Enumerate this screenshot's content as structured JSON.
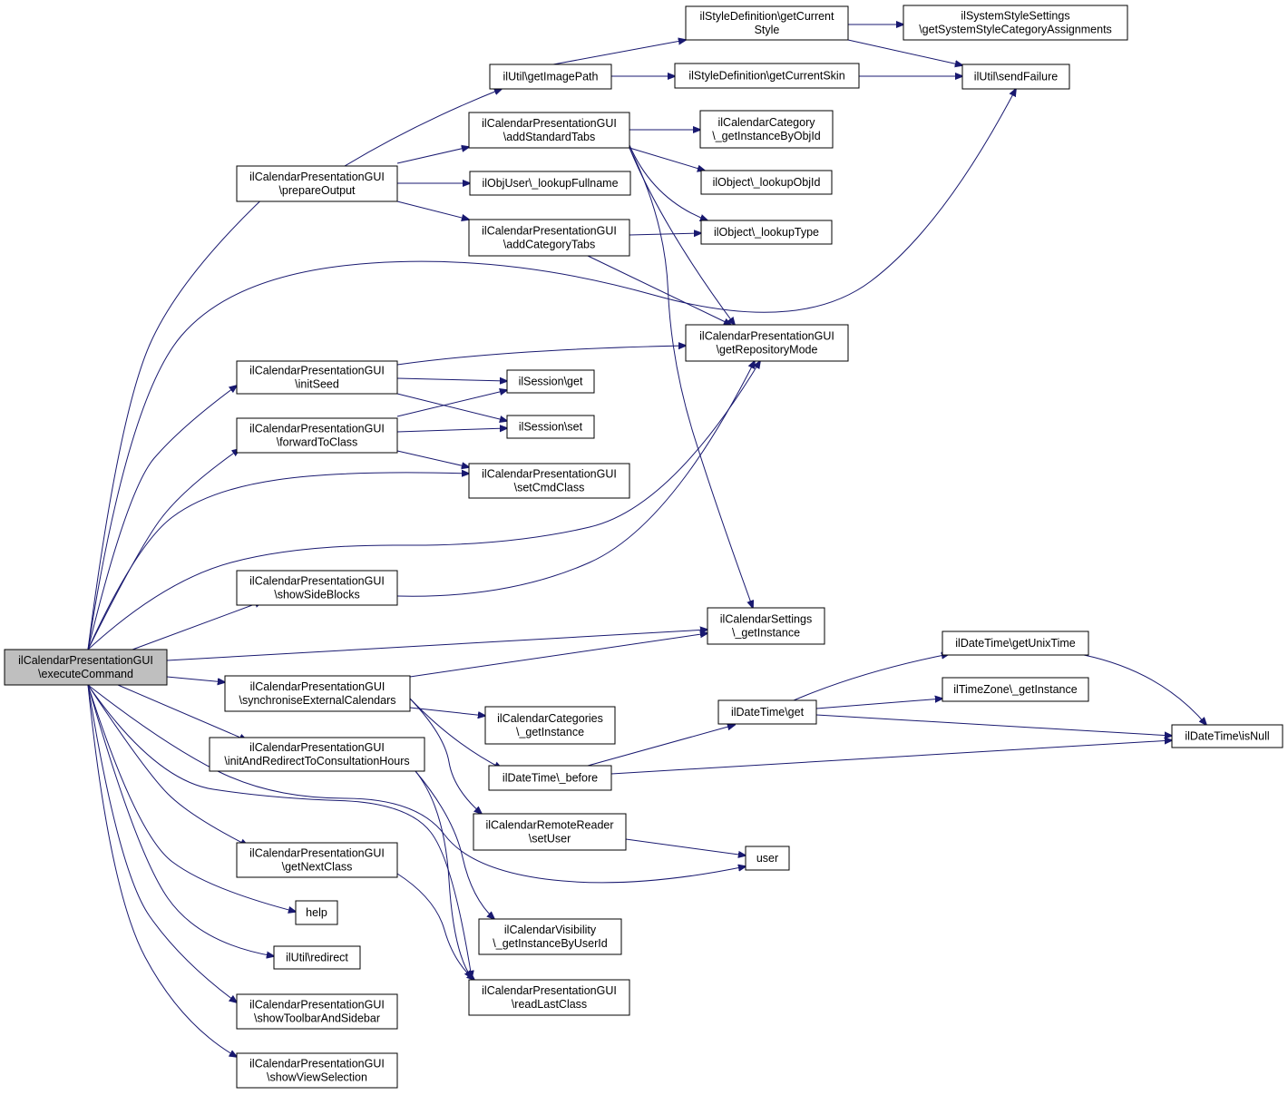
{
  "diagram": {
    "nodes": [
      {
        "id": "root",
        "root": true,
        "lines": [
          "ilCalendarPresentationGUI",
          "\\executeCommand"
        ]
      },
      {
        "id": "prepareOutput",
        "lines": [
          "ilCalendarPresentationGUI",
          "\\prepareOutput"
        ]
      },
      {
        "id": "initSeed",
        "lines": [
          "ilCalendarPresentationGUI",
          "\\initSeed"
        ]
      },
      {
        "id": "forwardToClass",
        "lines": [
          "ilCalendarPresentationGUI",
          "\\forwardToClass"
        ]
      },
      {
        "id": "showSideBlocks",
        "lines": [
          "ilCalendarPresentationGUI",
          "\\showSideBlocks"
        ]
      },
      {
        "id": "syncExt",
        "lines": [
          "ilCalendarPresentationGUI",
          "\\synchroniseExternalCalendars"
        ]
      },
      {
        "id": "initRedirect",
        "lines": [
          "ilCalendarPresentationGUI",
          "\\initAndRedirectToConsultationHours"
        ]
      },
      {
        "id": "getNextClass",
        "lines": [
          "ilCalendarPresentationGUI",
          "\\getNextClass"
        ]
      },
      {
        "id": "help",
        "lines": [
          "help"
        ]
      },
      {
        "id": "redirect",
        "lines": [
          "ilUtil\\redirect"
        ]
      },
      {
        "id": "showToolbar",
        "lines": [
          "ilCalendarPresentationGUI",
          "\\showToolbarAndSidebar"
        ]
      },
      {
        "id": "showView",
        "lines": [
          "ilCalendarPresentationGUI",
          "\\showViewSelection"
        ]
      },
      {
        "id": "getImagePath",
        "lines": [
          "ilUtil\\getImagePath"
        ]
      },
      {
        "id": "addStandardTabs",
        "lines": [
          "ilCalendarPresentationGUI",
          "\\addStandardTabs"
        ]
      },
      {
        "id": "lookupFullname",
        "lines": [
          "ilObjUser\\_lookupFullname"
        ]
      },
      {
        "id": "addCategoryTabs",
        "lines": [
          "ilCalendarPresentationGUI",
          "\\addCategoryTabs"
        ]
      },
      {
        "id": "sessionGet",
        "lines": [
          "ilSession\\get"
        ]
      },
      {
        "id": "sessionSet",
        "lines": [
          "ilSession\\set"
        ]
      },
      {
        "id": "setCmdClass",
        "lines": [
          "ilCalendarPresentationGUI",
          "\\setCmdClass"
        ]
      },
      {
        "id": "catGetInstance",
        "lines": [
          "ilCalendarCategories",
          "\\_getInstance"
        ]
      },
      {
        "id": "dtBefore",
        "lines": [
          "ilDateTime\\_before"
        ]
      },
      {
        "id": "remoteSetUser",
        "lines": [
          "ilCalendarRemoteReader",
          "\\setUser"
        ]
      },
      {
        "id": "visibility",
        "lines": [
          "ilCalendarVisibility",
          "\\_getInstanceByUserId"
        ]
      },
      {
        "id": "readLastClass",
        "lines": [
          "ilCalendarPresentationGUI",
          "\\readLastClass"
        ]
      },
      {
        "id": "getCurrentStyle",
        "lines": [
          "ilStyleDefinition\\getCurrent",
          "Style"
        ]
      },
      {
        "id": "getCurrentSkin",
        "lines": [
          "ilStyleDefinition\\getCurrentSkin"
        ]
      },
      {
        "id": "catByObjId",
        "lines": [
          "ilCalendarCategory",
          "\\_getInstanceByObjId"
        ]
      },
      {
        "id": "lookupObjId",
        "lines": [
          "ilObject\\_lookupObjId"
        ]
      },
      {
        "id": "lookupType",
        "lines": [
          "ilObject\\_lookupType"
        ]
      },
      {
        "id": "getRepoMode",
        "lines": [
          "ilCalendarPresentationGUI",
          "\\getRepositoryMode"
        ]
      },
      {
        "id": "settingsInstance",
        "lines": [
          "ilCalendarSettings",
          "\\_getInstance"
        ]
      },
      {
        "id": "dtGet",
        "lines": [
          "ilDateTime\\get"
        ]
      },
      {
        "id": "user",
        "lines": [
          "user"
        ]
      },
      {
        "id": "systemStyle",
        "lines": [
          "ilSystemStyleSettings",
          "\\getSystemStyleCategoryAssignments"
        ]
      },
      {
        "id": "sendFailure",
        "lines": [
          "ilUtil\\sendFailure"
        ]
      },
      {
        "id": "unixTime",
        "lines": [
          "ilDateTime\\getUnixTime"
        ]
      },
      {
        "id": "tzInstance",
        "lines": [
          "ilTimeZone\\_getInstance"
        ]
      },
      {
        "id": "isNull",
        "lines": [
          "ilDateTime\\isNull"
        ]
      }
    ],
    "edges": [
      [
        "root",
        "prepareOutput"
      ],
      [
        "root",
        "sendFailure"
      ],
      [
        "root",
        "initSeed"
      ],
      [
        "root",
        "forwardToClass"
      ],
      [
        "root",
        "setCmdClass"
      ],
      [
        "root",
        "getRepoMode"
      ],
      [
        "root",
        "showSideBlocks"
      ],
      [
        "root",
        "settingsInstance"
      ],
      [
        "root",
        "syncExt"
      ],
      [
        "root",
        "initRedirect"
      ],
      [
        "root",
        "user"
      ],
      [
        "root",
        "readLastClass"
      ],
      [
        "root",
        "getNextClass"
      ],
      [
        "root",
        "help"
      ],
      [
        "root",
        "redirect"
      ],
      [
        "root",
        "showToolbar"
      ],
      [
        "root",
        "showView"
      ],
      [
        "prepareOutput",
        "getImagePath"
      ],
      [
        "prepareOutput",
        "addStandardTabs"
      ],
      [
        "prepareOutput",
        "lookupFullname"
      ],
      [
        "prepareOutput",
        "addCategoryTabs"
      ],
      [
        "getImagePath",
        "getCurrentStyle"
      ],
      [
        "getImagePath",
        "getCurrentSkin"
      ],
      [
        "getCurrentStyle",
        "systemStyle"
      ],
      [
        "getCurrentStyle",
        "sendFailure"
      ],
      [
        "getCurrentSkin",
        "sendFailure"
      ],
      [
        "addStandardTabs",
        "catByObjId"
      ],
      [
        "addStandardTabs",
        "lookupObjId"
      ],
      [
        "addStandardTabs",
        "lookupType"
      ],
      [
        "addStandardTabs",
        "getRepoMode"
      ],
      [
        "addStandardTabs",
        "settingsInstance"
      ],
      [
        "addCategoryTabs",
        "lookupType"
      ],
      [
        "addCategoryTabs",
        "getRepoMode"
      ],
      [
        "initSeed",
        "getRepoMode"
      ],
      [
        "initSeed",
        "sessionGet"
      ],
      [
        "initSeed",
        "sessionSet"
      ],
      [
        "forwardToClass",
        "sessionGet"
      ],
      [
        "forwardToClass",
        "sessionSet"
      ],
      [
        "forwardToClass",
        "setCmdClass"
      ],
      [
        "showSideBlocks",
        "getRepoMode"
      ],
      [
        "syncExt",
        "settingsInstance"
      ],
      [
        "syncExt",
        "catGetInstance"
      ],
      [
        "syncExt",
        "dtBefore"
      ],
      [
        "syncExt",
        "remoteSetUser"
      ],
      [
        "initRedirect",
        "visibility"
      ],
      [
        "initRedirect",
        "readLastClass"
      ],
      [
        "getNextClass",
        "readLastClass"
      ],
      [
        "dtBefore",
        "dtGet"
      ],
      [
        "dtBefore",
        "isNull"
      ],
      [
        "remoteSetUser",
        "user"
      ],
      [
        "dtGet",
        "unixTime"
      ],
      [
        "dtGet",
        "tzInstance"
      ],
      [
        "dtGet",
        "isNull"
      ],
      [
        "unixTime",
        "isNull"
      ]
    ]
  }
}
